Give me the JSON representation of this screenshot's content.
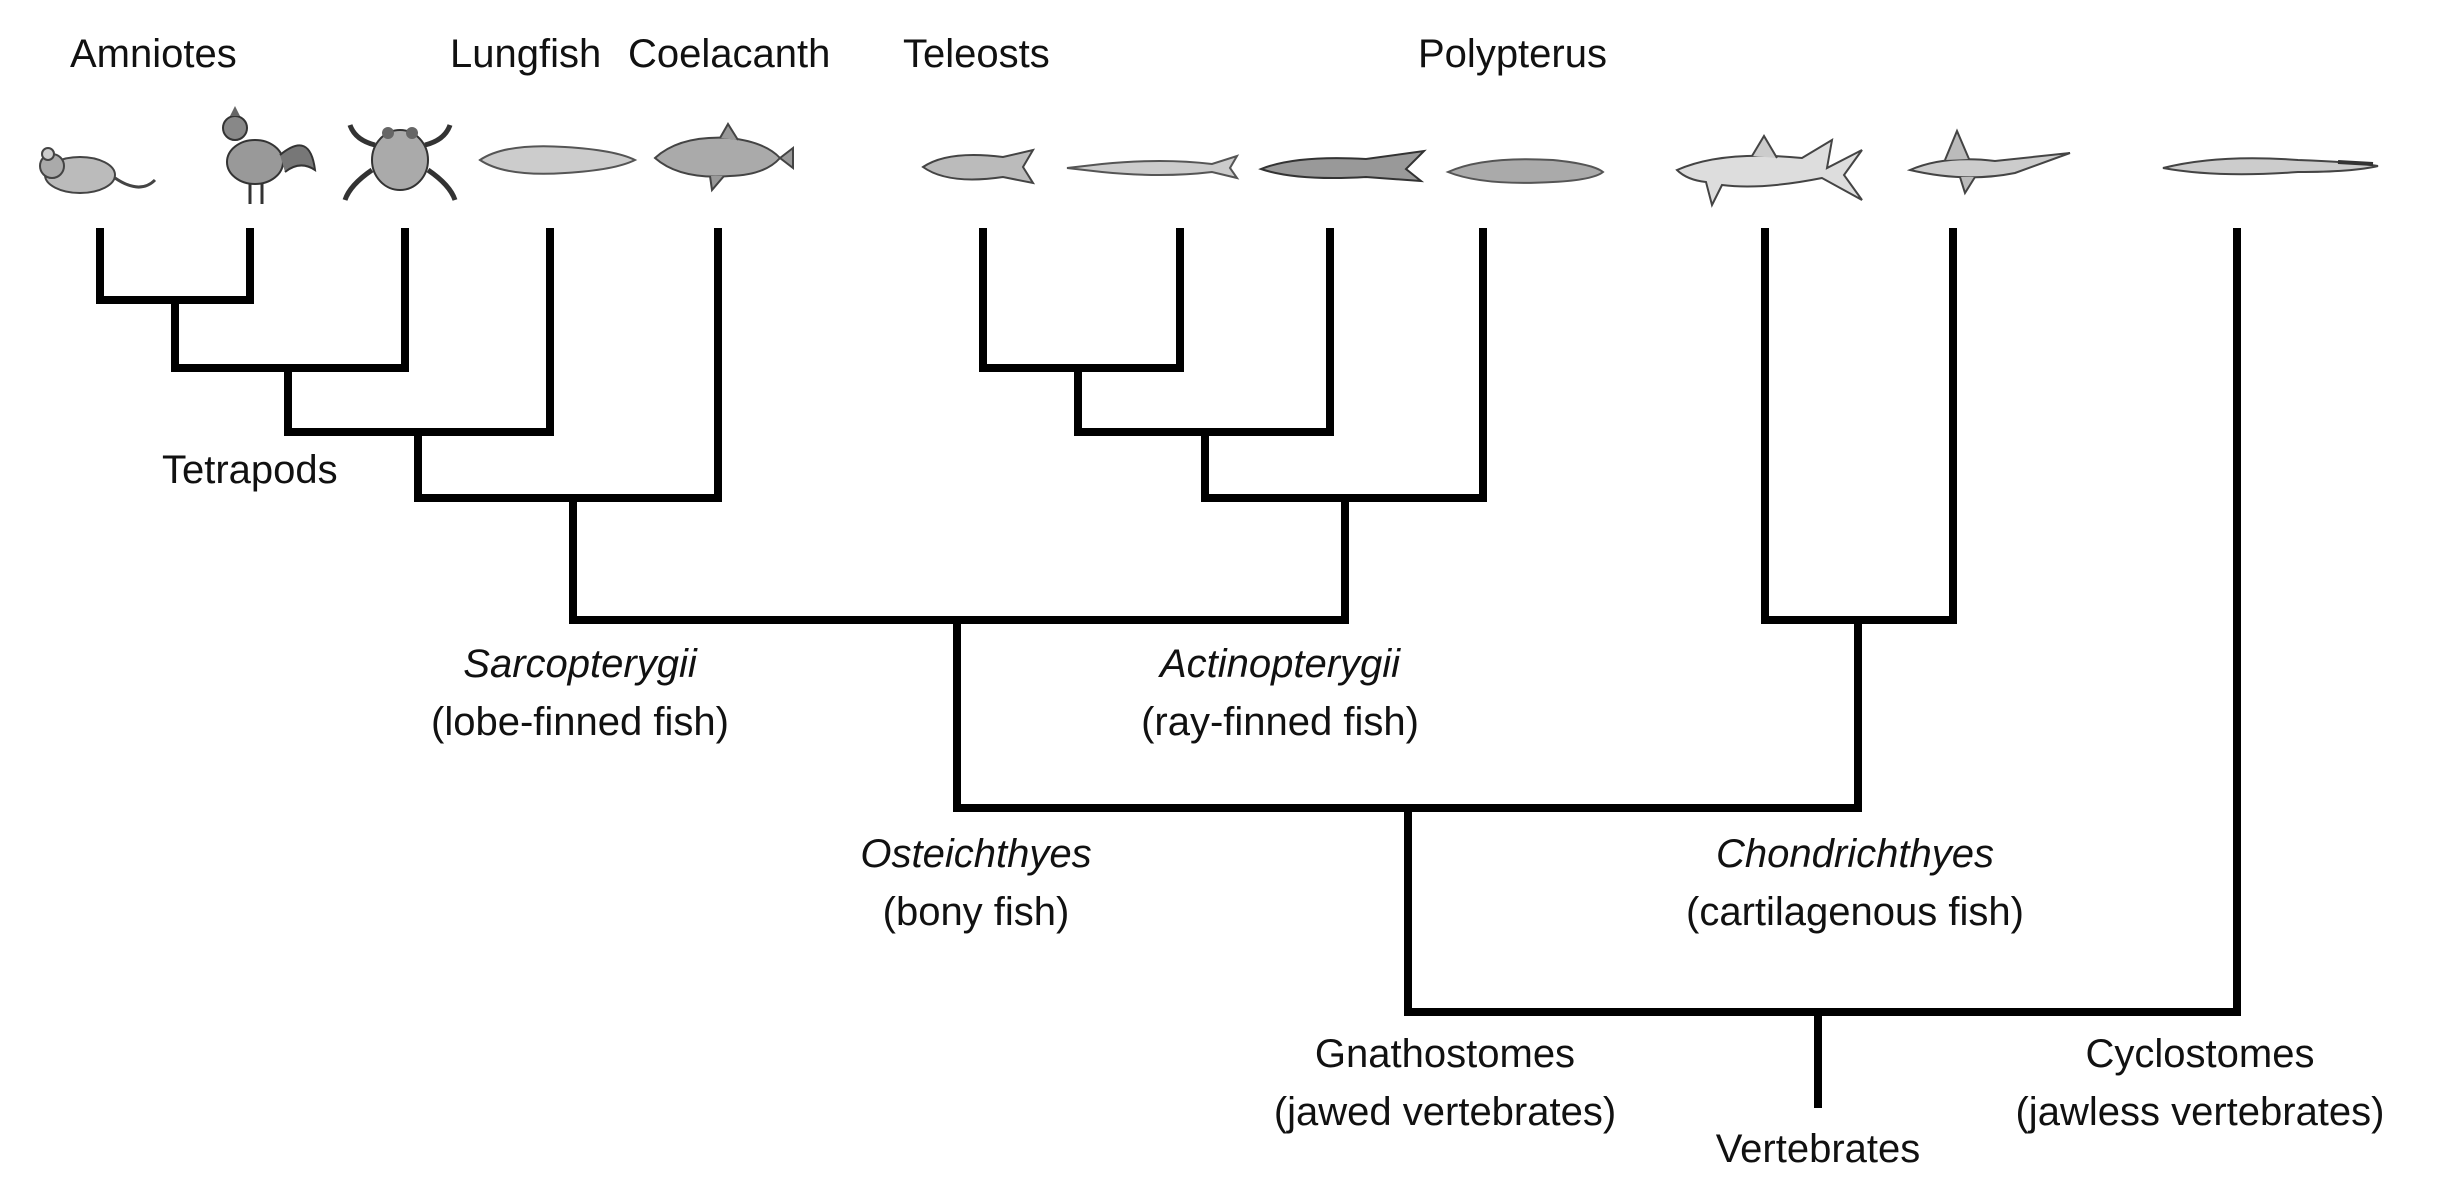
{
  "tip_labels": {
    "amniotes": "Amniotes",
    "lungfish": "Lungfish",
    "coelacanth": "Coelacanth",
    "teleosts": "Teleosts",
    "polypterus": "Polypterus"
  },
  "clades": {
    "tetrapods": "Tetrapods",
    "sarcopterygii": {
      "name": "Sarcopterygii",
      "common": "(lobe-finned fish)"
    },
    "actinopterygii": {
      "name": "Actinopterygii",
      "common": "(ray-finned fish)"
    },
    "osteichthyes": {
      "name": "Osteichthyes",
      "common": "(bony fish)"
    },
    "chondrichthyes": {
      "name": "Chondrichthyes",
      "common": "(cartilagenous fish)"
    },
    "gnathostomes": {
      "name": "Gnathostomes",
      "common": "(jawed vertebrates)"
    },
    "cyclostomes": {
      "name": "Cyclostomes",
      "common": "(jawless vertebrates)"
    },
    "vertebrates": "Vertebrates"
  },
  "animals": [
    {
      "icon": "mouse-icon"
    },
    {
      "icon": "rooster-icon"
    },
    {
      "icon": "frog-icon"
    },
    {
      "icon": "lungfish-icon"
    },
    {
      "icon": "coelacanth-icon"
    },
    {
      "icon": "teleost-fish-icon"
    },
    {
      "icon": "gar-icon"
    },
    {
      "icon": "sturgeon-icon"
    },
    {
      "icon": "polypterus-icon"
    },
    {
      "icon": "shark-icon"
    },
    {
      "icon": "chimaera-icon"
    },
    {
      "icon": "lamprey-icon"
    }
  ],
  "colors": {
    "line": "#000000",
    "text": "#111111",
    "animal_fill": "#c9c9c9",
    "animal_stroke": "#444444"
  }
}
